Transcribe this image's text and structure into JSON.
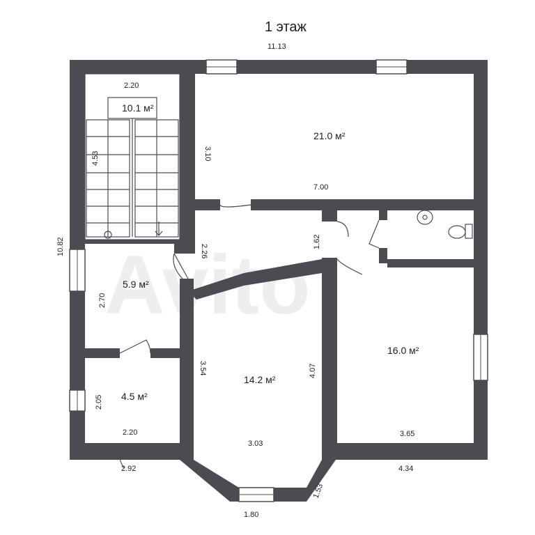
{
  "title": "1 этаж",
  "colors": {
    "wall": "#4b4b52",
    "background": "#ffffff",
    "text": "#1e1e1e"
  },
  "rooms": {
    "stairs": "10.1 м²",
    "living": "21.0 м²",
    "hall": "5.9 м²",
    "storage": "4.5 м²",
    "center_room": "14.2 м²",
    "right_room": "16.0 м²"
  },
  "dimensions": {
    "top": "11.13",
    "left": "10.82",
    "stair_width": "2.20",
    "stair_length": "4.53",
    "living_height": "3.10",
    "living_width": "7.00",
    "corridor": "2.26",
    "bath": "1.62",
    "hall_height": "2.70",
    "storage_height": "2.05",
    "storage_width": "2.20",
    "bottom_left": "2.92",
    "center_height": "3.54",
    "center_right_height": "4.07",
    "center_width": "3.03",
    "bay_diag": "1.53",
    "bay_width": "1.80",
    "right_width": "3.65",
    "bottom_right": "4.34"
  },
  "fixtures": [
    "sink-icon",
    "toilet-icon"
  ]
}
